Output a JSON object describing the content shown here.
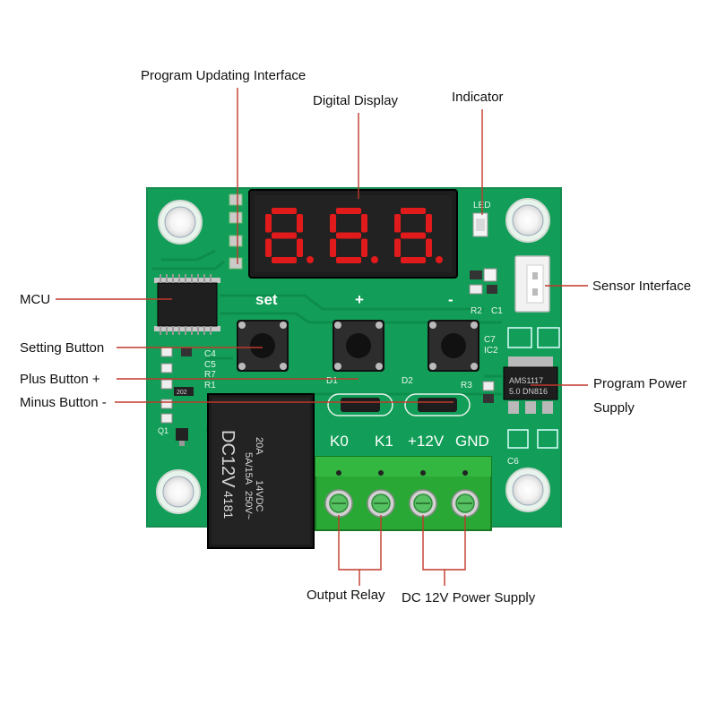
{
  "callouts": {
    "program_updating_interface": "Program Updating Interface",
    "digital_display": "Digital Display",
    "indicator": "Indicator",
    "mcu": "MCU",
    "sensor_interface": "Sensor Interface",
    "setting_button": "Setting Button",
    "plus_button": "Plus Button +",
    "minus_button": "Minus Button -",
    "program_power_supply_line1": "Program Power",
    "program_power_supply_line2": "Supply",
    "output_relay": "Output Relay",
    "dc_power_supply": "DC 12V Power Supply"
  },
  "board": {
    "silkscreen": {
      "set": "set",
      "plus": "+",
      "minus": "-",
      "led": "LED",
      "r2": "R2",
      "c1": "C1",
      "c7": "C7",
      "ic2": "IC2",
      "c4": "C4",
      "c5": "C5",
      "r7": "R7",
      "r1": "R1",
      "d1": "D1",
      "d2": "D2",
      "r3": "R3",
      "q1": "Q1",
      "c6": "C6",
      "k0": "K0",
      "k1": "K1",
      "v12": "+12V",
      "gnd": "GND"
    },
    "relay_text": [
      "DC12V",
      "20A",
      "5A/15A",
      "14VDC",
      "250V~",
      "4181"
    ],
    "regulator_text": [
      "AMS1117",
      "5.0 DN816"
    ],
    "resistor_text": "202",
    "display_digits": "8.8.8."
  },
  "colors": {
    "pcb": "#129e58",
    "pcb_dark": "#0b7a42",
    "leader_line": "#c0392b",
    "terminal": "#2aa835",
    "display_segment": "#e11b1b"
  }
}
